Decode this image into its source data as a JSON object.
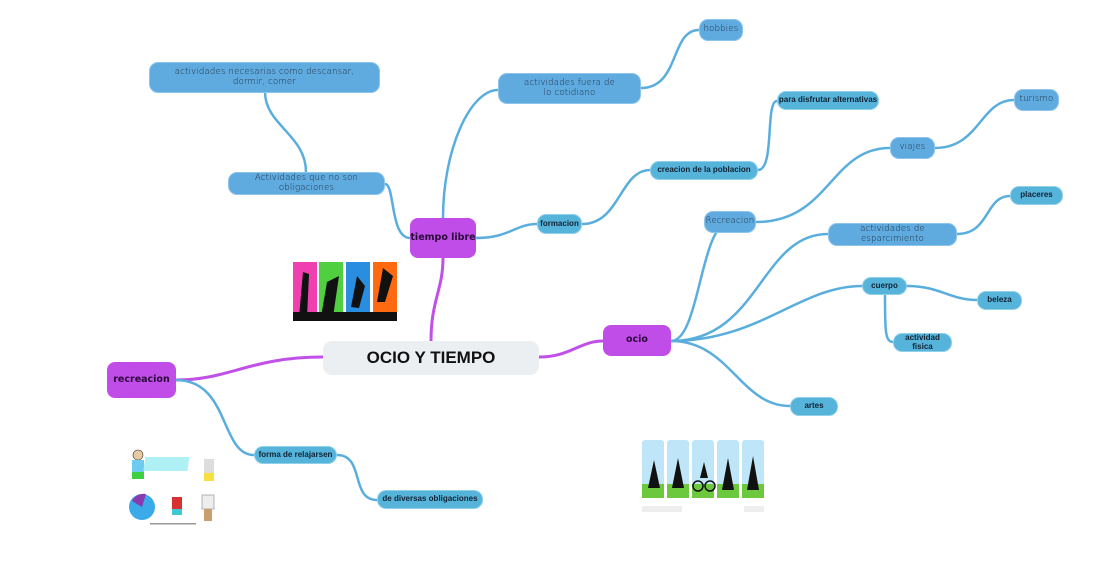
{
  "central": {
    "label": "OCIO Y TIEMPO"
  },
  "tiempo_libre": {
    "label": "tiempo libre",
    "children": {
      "actividades_no_obligaciones": "Actividades que no son obligaciones",
      "actividades_necesarias": "actividades necesarias como descansar, dormir, comer",
      "fuera_cotidiano": "actividades fuera de lo cotidiano",
      "hobbies": "hobbies",
      "formacion": "formacion",
      "creacion": "creacion de la poblacion",
      "para_disfrutar": "para disfrutar alternativas"
    }
  },
  "ocio": {
    "label": "ocio",
    "children": {
      "recreacion": "Recreacion",
      "viajes": "viajes",
      "turismo": "turismo",
      "esparcimiento": "actividades de esparcimiento",
      "placeres": "placeres",
      "cuerpo": "cuerpo",
      "beleza": "beleza",
      "actividad_fisica": "actividad fisica",
      "artes": "artes"
    }
  },
  "recreacion": {
    "label": "recreacion",
    "children": {
      "forma_relajarsen": "forma de relajarsen",
      "diversas_obligaciones": "de diversas obligaciones"
    }
  },
  "colors": {
    "purple": "#c04de8",
    "blue": "#5faadf",
    "teal": "#56b3da",
    "central": "#eceff1"
  }
}
